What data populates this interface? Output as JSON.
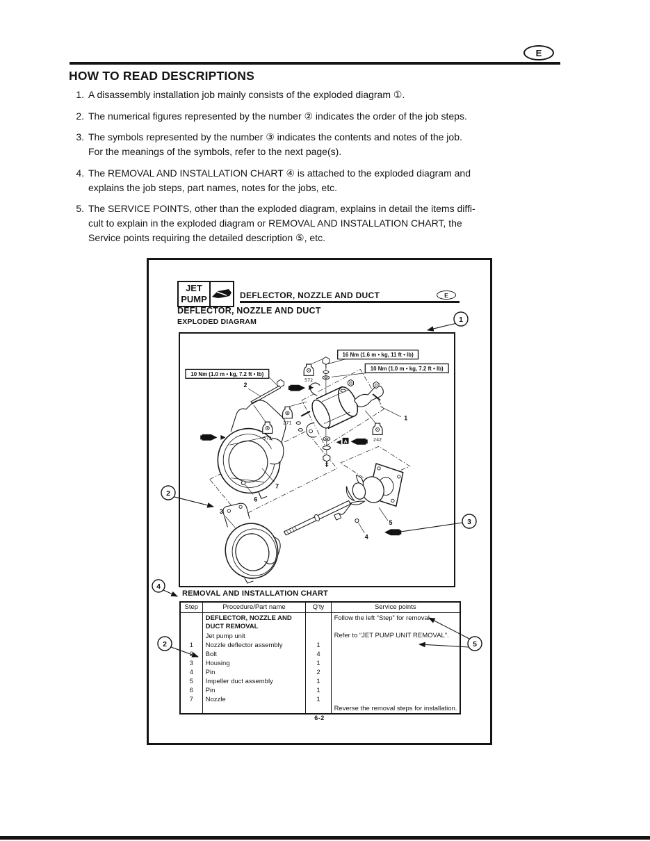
{
  "page": {
    "lang_badge": "E",
    "title": "HOW TO READ DESCRIPTIONS",
    "items": [
      {
        "num": "1.",
        "text": "A disassembly installation job mainly consists of the exploded diagram ①."
      },
      {
        "num": "2.",
        "text": "The numerical figures represented by the number ② indicates the order of the job steps."
      },
      {
        "num": "3.",
        "text": "The symbols represented by the number ③ indicates the contents and notes of the job.\nFor the meanings of the symbols, refer to the next page(s)."
      },
      {
        "num": "4.",
        "text": "The REMOVAL AND INSTALLATION CHART ④ is attached to the exploded diagram and\nexplains the job steps, part names, notes for the jobs, etc."
      },
      {
        "num": "5.",
        "text": "The SERVICE POINTS, other than the exploded diagram, explains in detail the items diffi-\ncult to explain in the exploded diagram or REMOVAL AND INSTALLATION CHART, the\nService points requiring the detailed description ⑤, etc."
      }
    ]
  },
  "sample_page": {
    "badge": {
      "line1": "JET",
      "line2": "PUMP"
    },
    "header_title": "DEFLECTOR, NOZZLE AND DUCT",
    "lang_badge": "E",
    "section_title": "DEFLECTOR, NOZZLE AND DUCT",
    "section_subtitle": "EXPLODED DIAGRAM",
    "callouts": {
      "c1": "1",
      "c2": "2",
      "c3": "3",
      "c4": "4",
      "c5": "5"
    },
    "diagram": {
      "torque_label_left": "10 Nm (1.0 m • kg, 7.2 ft • lb)",
      "torque_label_top": "16 Nm (1.6 m • kg, 11 ft • lb)",
      "torque_label_right": "10 Nm (1.0 m • kg, 7.2 ft • lb)",
      "sealant_codes": [
        "572",
        "271",
        "572",
        "242"
      ],
      "grease_point_label": "A",
      "part_numbers": [
        "1",
        "2",
        "3",
        "4",
        "5",
        "6",
        "7"
      ]
    },
    "chart": {
      "title": "REMOVAL AND INSTALLATION CHART",
      "columns": [
        "Step",
        "Procedure/Part name",
        "Q'ty",
        "Service points"
      ],
      "group_header": "DEFLECTOR, NOZZLE AND\nDUCT REMOVAL",
      "rows": [
        {
          "step": "",
          "name": "Jet pump unit",
          "qty": ""
        },
        {
          "step": "1",
          "name": "Nozzle deflector assembly",
          "qty": "1"
        },
        {
          "step": "2",
          "name": "Bolt",
          "qty": "4"
        },
        {
          "step": "3",
          "name": "Housing",
          "qty": "1"
        },
        {
          "step": "4",
          "name": "Pin",
          "qty": "2"
        },
        {
          "step": "5",
          "name": "Impeller duct assembly",
          "qty": "1"
        },
        {
          "step": "6",
          "name": "Pin",
          "qty": "1"
        },
        {
          "step": "7",
          "name": "Nozzle",
          "qty": "1"
        }
      ],
      "service_points": {
        "line1": "Follow the left “Step” for removal.",
        "line2": "Refer to “JET PUMP UNIT REMOVAL”.",
        "line3": "Reverse the removal steps for installation."
      }
    },
    "page_number": "6-2"
  }
}
